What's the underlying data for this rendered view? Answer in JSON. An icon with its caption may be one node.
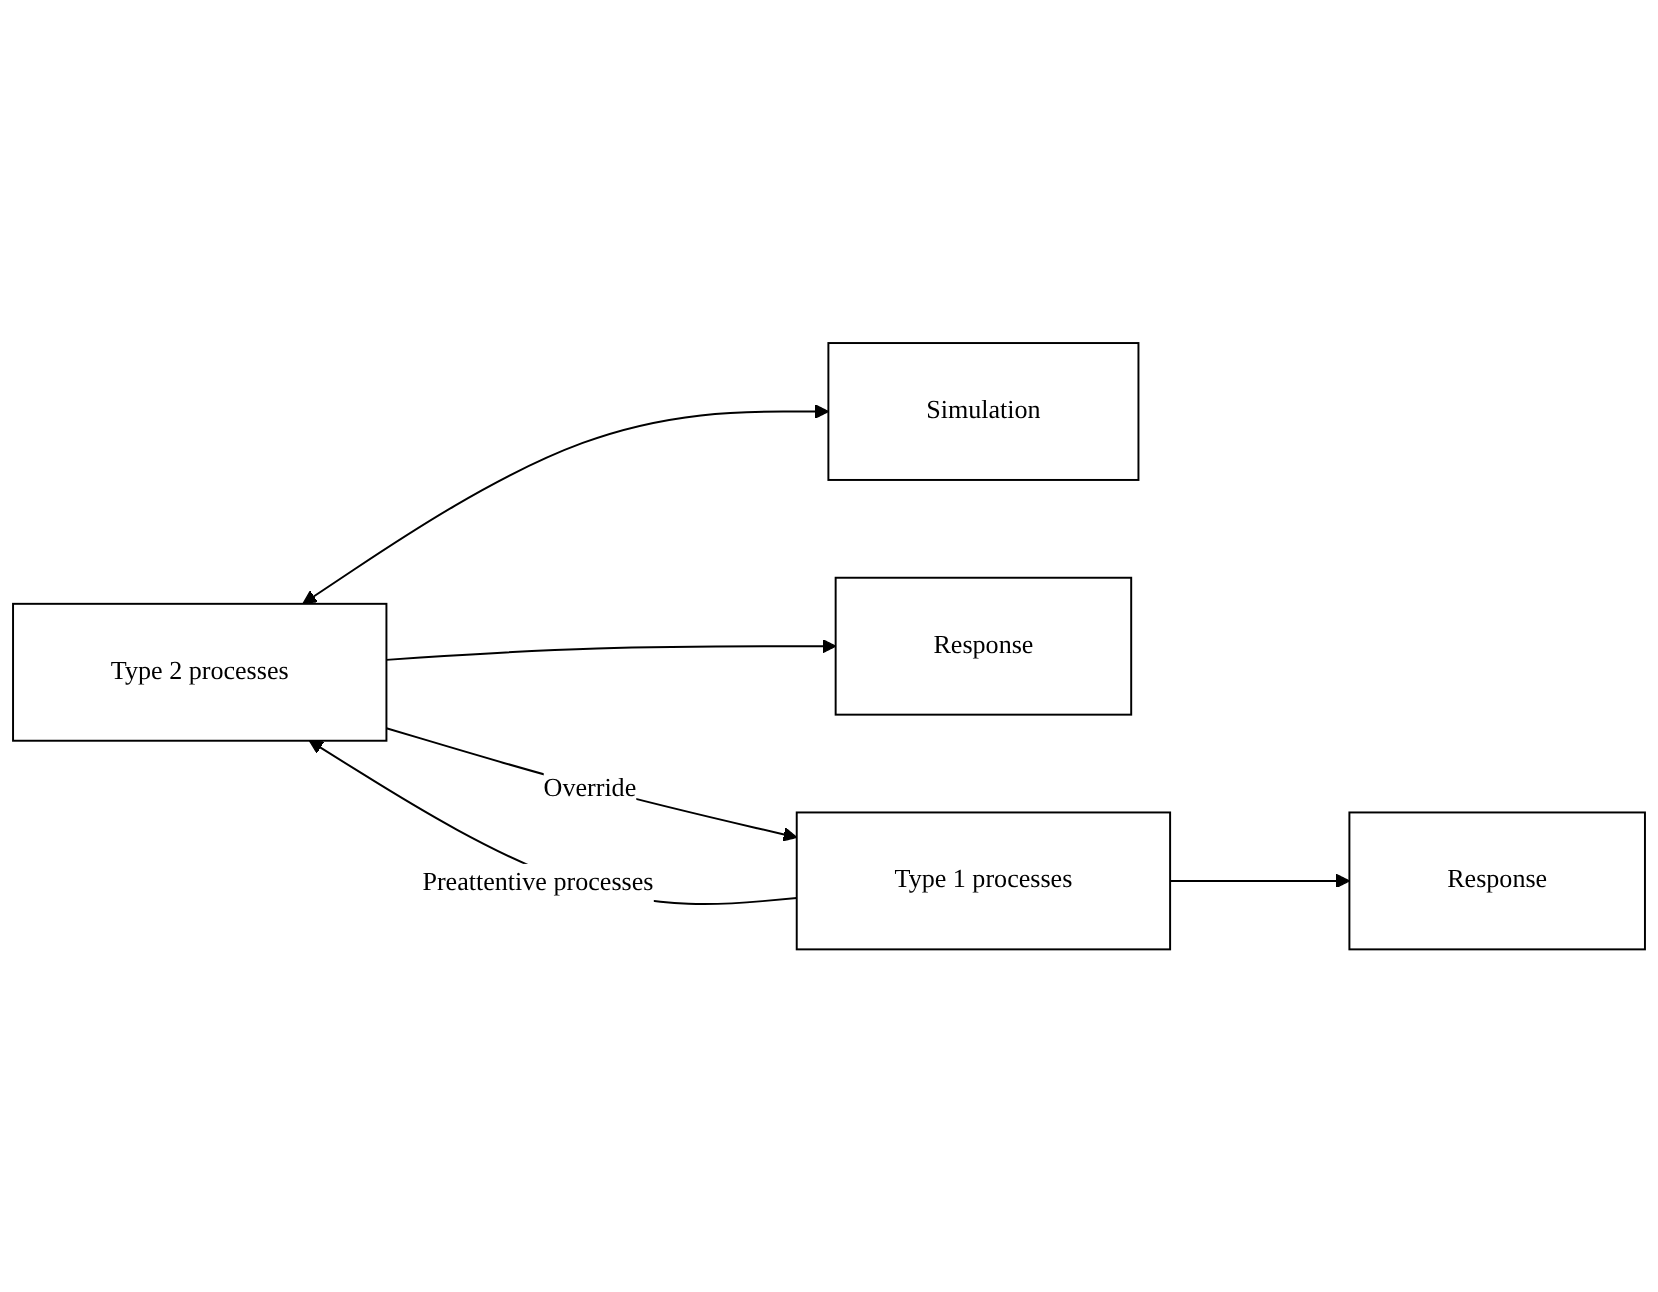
{
  "diagram": {
    "nodes": [
      {
        "text": [
          "Simulation"
        ]
      },
      {
        "text": [
          "Type 2 processes"
        ]
      },
      {
        "text": [
          "Response"
        ]
      },
      {
        "text": [
          "Type 1 processes"
        ]
      },
      {
        "text": [
          "Response"
        ]
      }
    ],
    "edges": [
      {
        "from": 1,
        "to": 0,
        "arrow": "both"
      },
      {
        "from": 1,
        "to": 2,
        "arrow": "to"
      },
      {
        "from": 3,
        "to": 1,
        "arrow": "to",
        "label": "Preattentive processes"
      },
      {
        "from": 1,
        "to": 3,
        "arrow": "to",
        "label": "Override"
      },
      {
        "from": 3,
        "to": 4,
        "arrow": "to"
      }
    ]
  }
}
